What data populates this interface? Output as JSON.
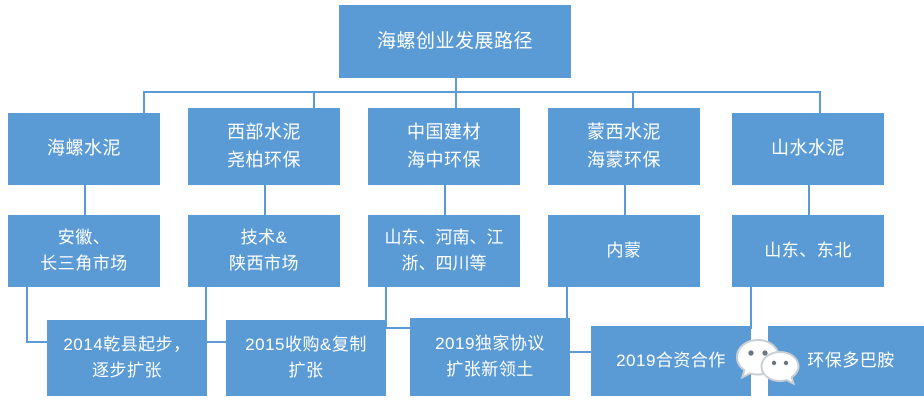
{
  "diagram": {
    "title_node": {
      "label": "海螺创业发展路径"
    },
    "level2": [
      {
        "lines": [
          "海螺水泥"
        ]
      },
      {
        "lines": [
          "西部水泥",
          "尧柏环保"
        ]
      },
      {
        "lines": [
          "中国建材",
          "海中环保"
        ]
      },
      {
        "lines": [
          "蒙西水泥",
          "海蒙环保"
        ]
      },
      {
        "lines": [
          "山水水泥"
        ]
      }
    ],
    "level3": [
      {
        "lines": [
          "安徽、",
          "长三角市场"
        ]
      },
      {
        "lines": [
          "技术&",
          "陕西市场"
        ]
      },
      {
        "lines": [
          "山东、河南、江",
          "浙、四川等"
        ]
      },
      {
        "lines": [
          "内蒙"
        ]
      },
      {
        "lines": [
          "山东、东北"
        ]
      }
    ],
    "level4": [
      {
        "lines": [
          "2014乾县起步，",
          "逐步扩张"
        ]
      },
      {
        "lines": [
          "2015收购&复制",
          "扩张"
        ]
      },
      {
        "lines": [
          "2019独家协议",
          "扩张新领土"
        ]
      },
      {
        "lines": [
          "2019合资合作"
        ]
      },
      {
        "lines": [
          "环保多巴胺"
        ]
      }
    ],
    "watermark": {
      "icon": "wechat-logo-icon",
      "label": "环保多巴胺"
    },
    "colors": {
      "box_fill": "#5B9BD5",
      "box_text": "#FFFFFF",
      "connector": "#5B9BD5",
      "background": "#FFFFFF"
    }
  }
}
